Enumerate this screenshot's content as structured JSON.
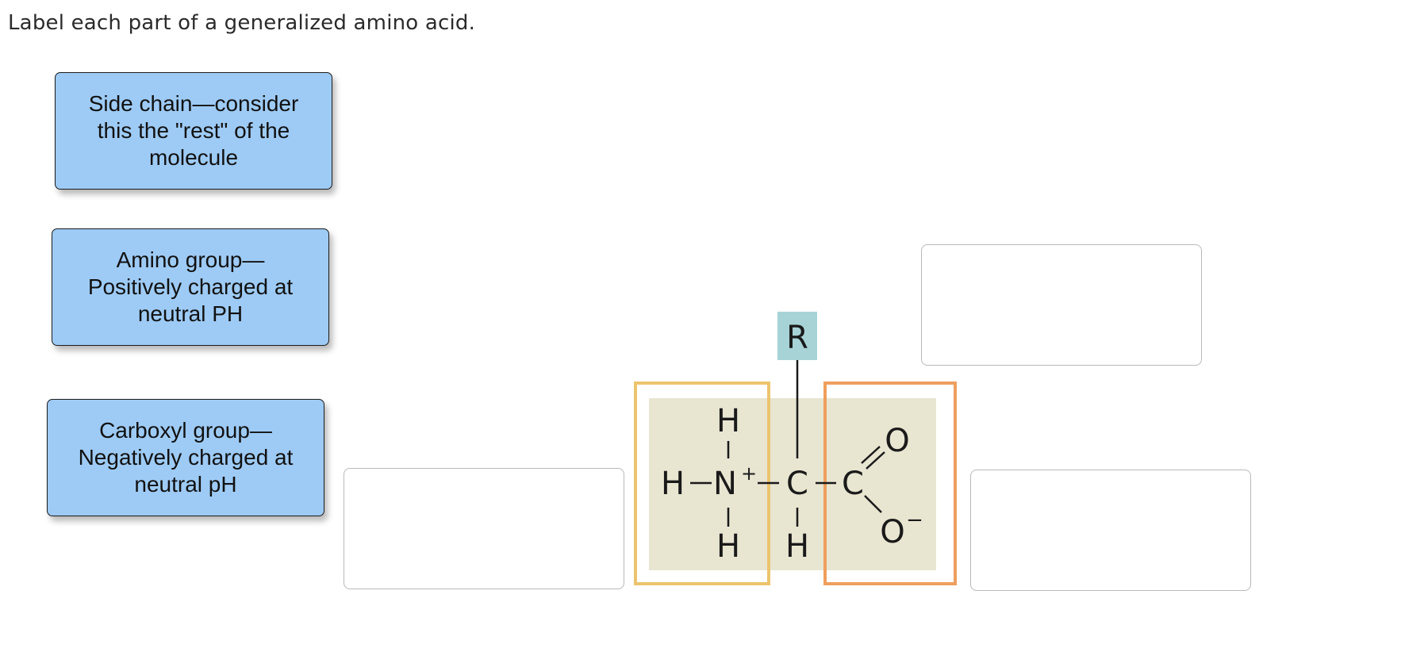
{
  "prompt": "Label each part of a generalized amino acid.",
  "labels": {
    "side_chain": "Side chain—consider this the \"rest\" of the molecule",
    "amino_group": "Amino group— Positively charged at neutral PH",
    "carboxyl_group": "Carboxyl group— Negatively charged at neutral pH"
  },
  "drop_zones": {
    "top_right": "",
    "left": "",
    "right": ""
  },
  "molecule": {
    "r_group": "R",
    "hydrogen": "H",
    "nitrogen": "N",
    "nitrogen_charge": "+",
    "alpha_carbon": "C",
    "carboxyl_carbon": "C",
    "oxygen_double": "O",
    "oxygen_single": "O",
    "oxygen_charge": "−"
  },
  "colors": {
    "label_card_fill": "#9ecbf5",
    "molecule_background": "#e8e5d1",
    "r_group_fill": "#a7d3d6",
    "amino_box": "#ecc46e",
    "carboxyl_box": "#ee9f5e"
  }
}
